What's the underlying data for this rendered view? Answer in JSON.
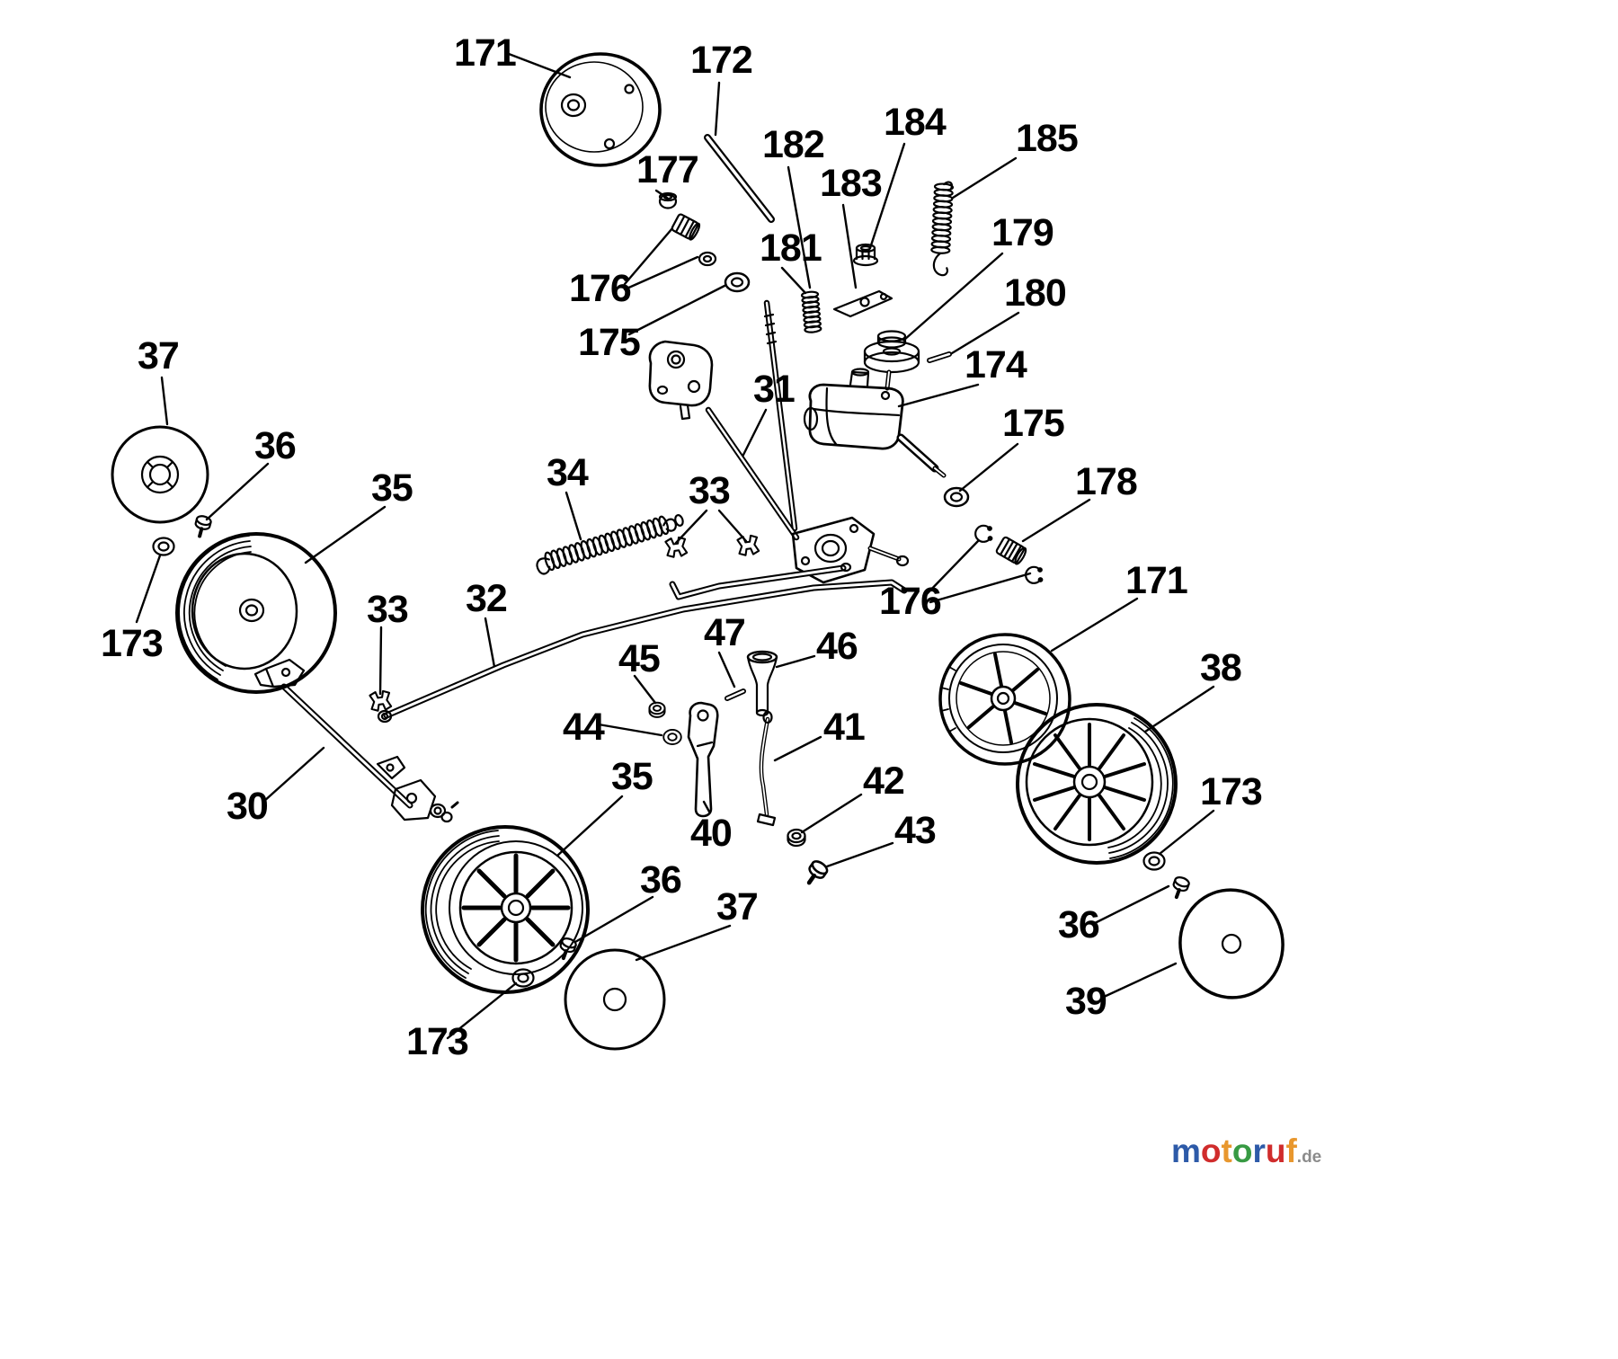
{
  "page": {
    "background": "#ffffff",
    "ink_color": "#000000"
  },
  "labels": [
    {
      "id": "171-top",
      "text": "171"
    },
    {
      "id": "172",
      "text": "172"
    },
    {
      "id": "177",
      "text": "177"
    },
    {
      "id": "182",
      "text": "182"
    },
    {
      "id": "183",
      "text": "183"
    },
    {
      "id": "184",
      "text": "184"
    },
    {
      "id": "185",
      "text": "185"
    },
    {
      "id": "181",
      "text": "181"
    },
    {
      "id": "179",
      "text": "179"
    },
    {
      "id": "180",
      "text": "180"
    },
    {
      "id": "176-upper",
      "text": "176"
    },
    {
      "id": "175-upper",
      "text": "175"
    },
    {
      "id": "174",
      "text": "174"
    },
    {
      "id": "37-left",
      "text": "37"
    },
    {
      "id": "31",
      "text": "31"
    },
    {
      "id": "36-left",
      "text": "36"
    },
    {
      "id": "175-right",
      "text": "175"
    },
    {
      "id": "35-left",
      "text": "35"
    },
    {
      "id": "34",
      "text": "34"
    },
    {
      "id": "33-upper",
      "text": "33"
    },
    {
      "id": "178",
      "text": "178"
    },
    {
      "id": "33-left",
      "text": "33"
    },
    {
      "id": "32",
      "text": "32"
    },
    {
      "id": "176-right",
      "text": "176"
    },
    {
      "id": "171-right",
      "text": "171"
    },
    {
      "id": "173-left",
      "text": "173"
    },
    {
      "id": "47",
      "text": "47"
    },
    {
      "id": "45",
      "text": "45"
    },
    {
      "id": "46",
      "text": "46"
    },
    {
      "id": "38",
      "text": "38"
    },
    {
      "id": "44",
      "text": "44"
    },
    {
      "id": "41",
      "text": "41"
    },
    {
      "id": "30",
      "text": "30"
    },
    {
      "id": "35-bottom",
      "text": "35"
    },
    {
      "id": "42",
      "text": "42"
    },
    {
      "id": "40",
      "text": "40"
    },
    {
      "id": "43",
      "text": "43"
    },
    {
      "id": "173-right",
      "text": "173"
    },
    {
      "id": "36-bottom",
      "text": "36"
    },
    {
      "id": "37-bottom",
      "text": "37"
    },
    {
      "id": "36-right",
      "text": "36"
    },
    {
      "id": "39",
      "text": "39"
    },
    {
      "id": "173-bottom",
      "text": "173"
    }
  ],
  "logo": {
    "letters": [
      {
        "ch": "m",
        "color": "#2d5aa8"
      },
      {
        "ch": "o",
        "color": "#d02c2c"
      },
      {
        "ch": "t",
        "color": "#e8972e"
      },
      {
        "ch": "o",
        "color": "#379a43"
      },
      {
        "ch": "r",
        "color": "#2d5aa8"
      },
      {
        "ch": "u",
        "color": "#d02c2c"
      },
      {
        "ch": "f",
        "color": "#e8972e"
      }
    ],
    "suffix": ".de",
    "suffix_color": "#8b8b8b"
  }
}
